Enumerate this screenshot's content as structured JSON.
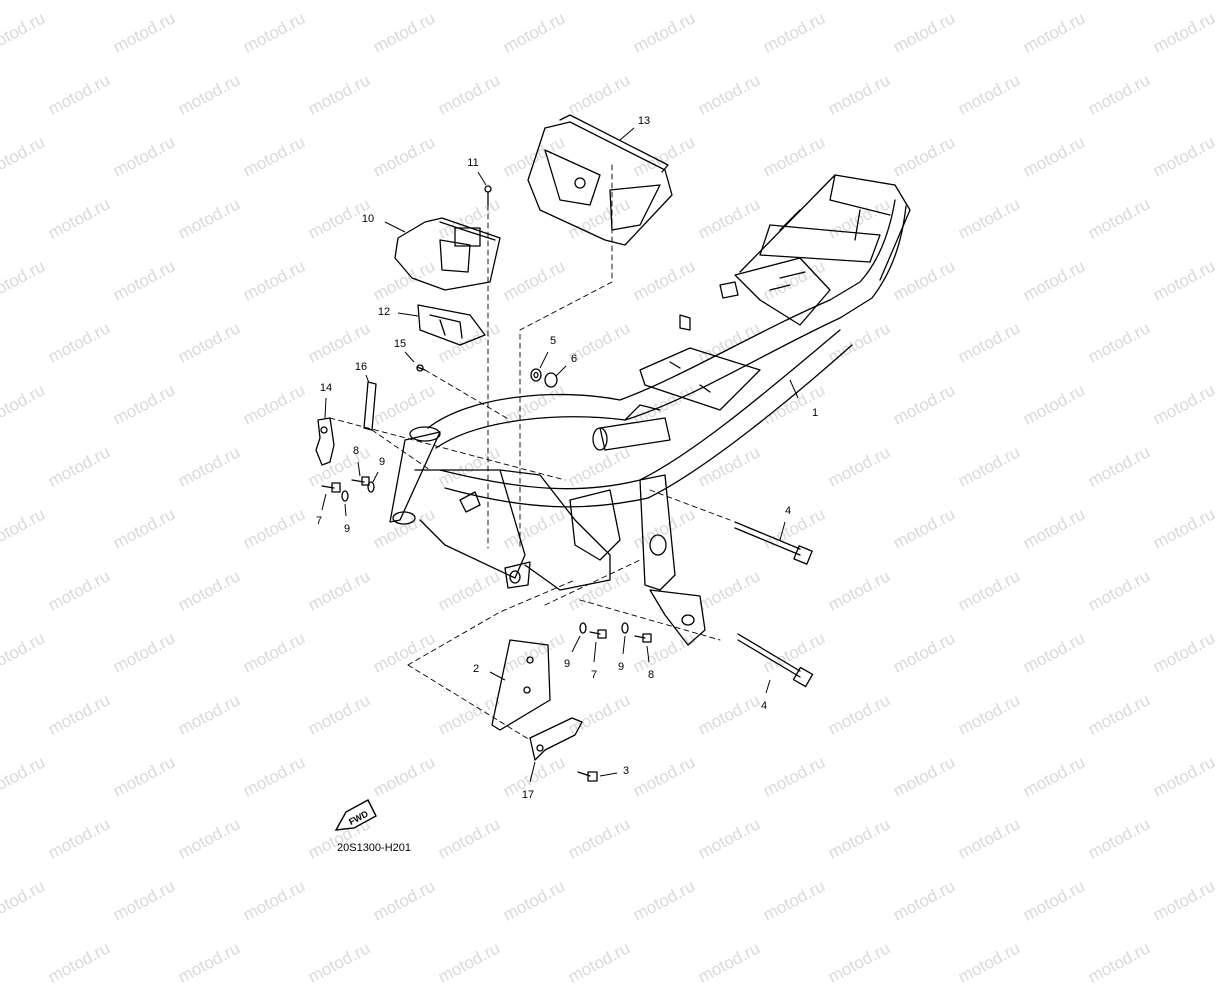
{
  "watermark": "motod.ru",
  "diagram_code": "20S1300-H201",
  "fwd_label": "FWD",
  "callouts": [
    "1",
    "2",
    "3",
    "4",
    "4",
    "5",
    "6",
    "7",
    "7",
    "8",
    "8",
    "9",
    "9",
    "9",
    "9",
    "10",
    "11",
    "12",
    "13",
    "14",
    "15",
    "16",
    "17"
  ]
}
